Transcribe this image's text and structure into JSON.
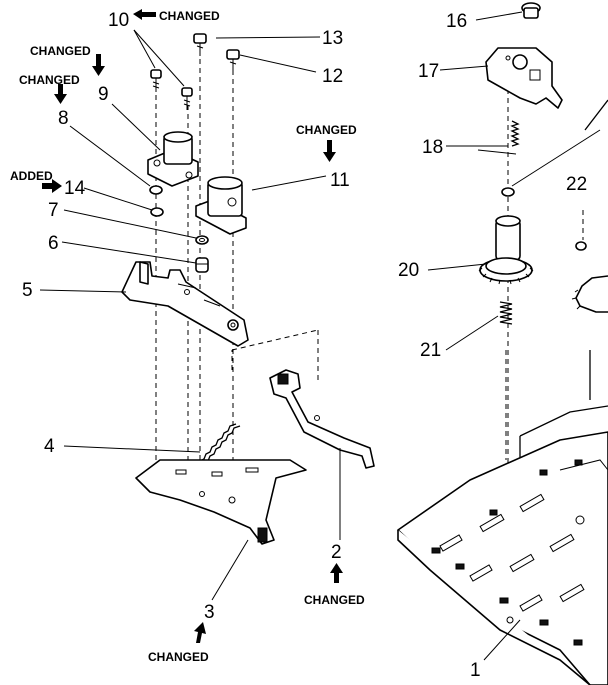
{
  "note_changed": "CHANGED",
  "note_added": "ADDED",
  "callouts": {
    "p1": "1",
    "p2": "2",
    "p3": "3",
    "p4": "4",
    "p5": "5",
    "p6": "6",
    "p7": "7",
    "p8": "8",
    "p9": "9",
    "p10": "10",
    "p11": "11",
    "p12": "12",
    "p13": "13",
    "p14": "14",
    "p16": "16",
    "p17": "17",
    "p18": "18",
    "p20": "20",
    "p21": "21",
    "p22": "22"
  }
}
